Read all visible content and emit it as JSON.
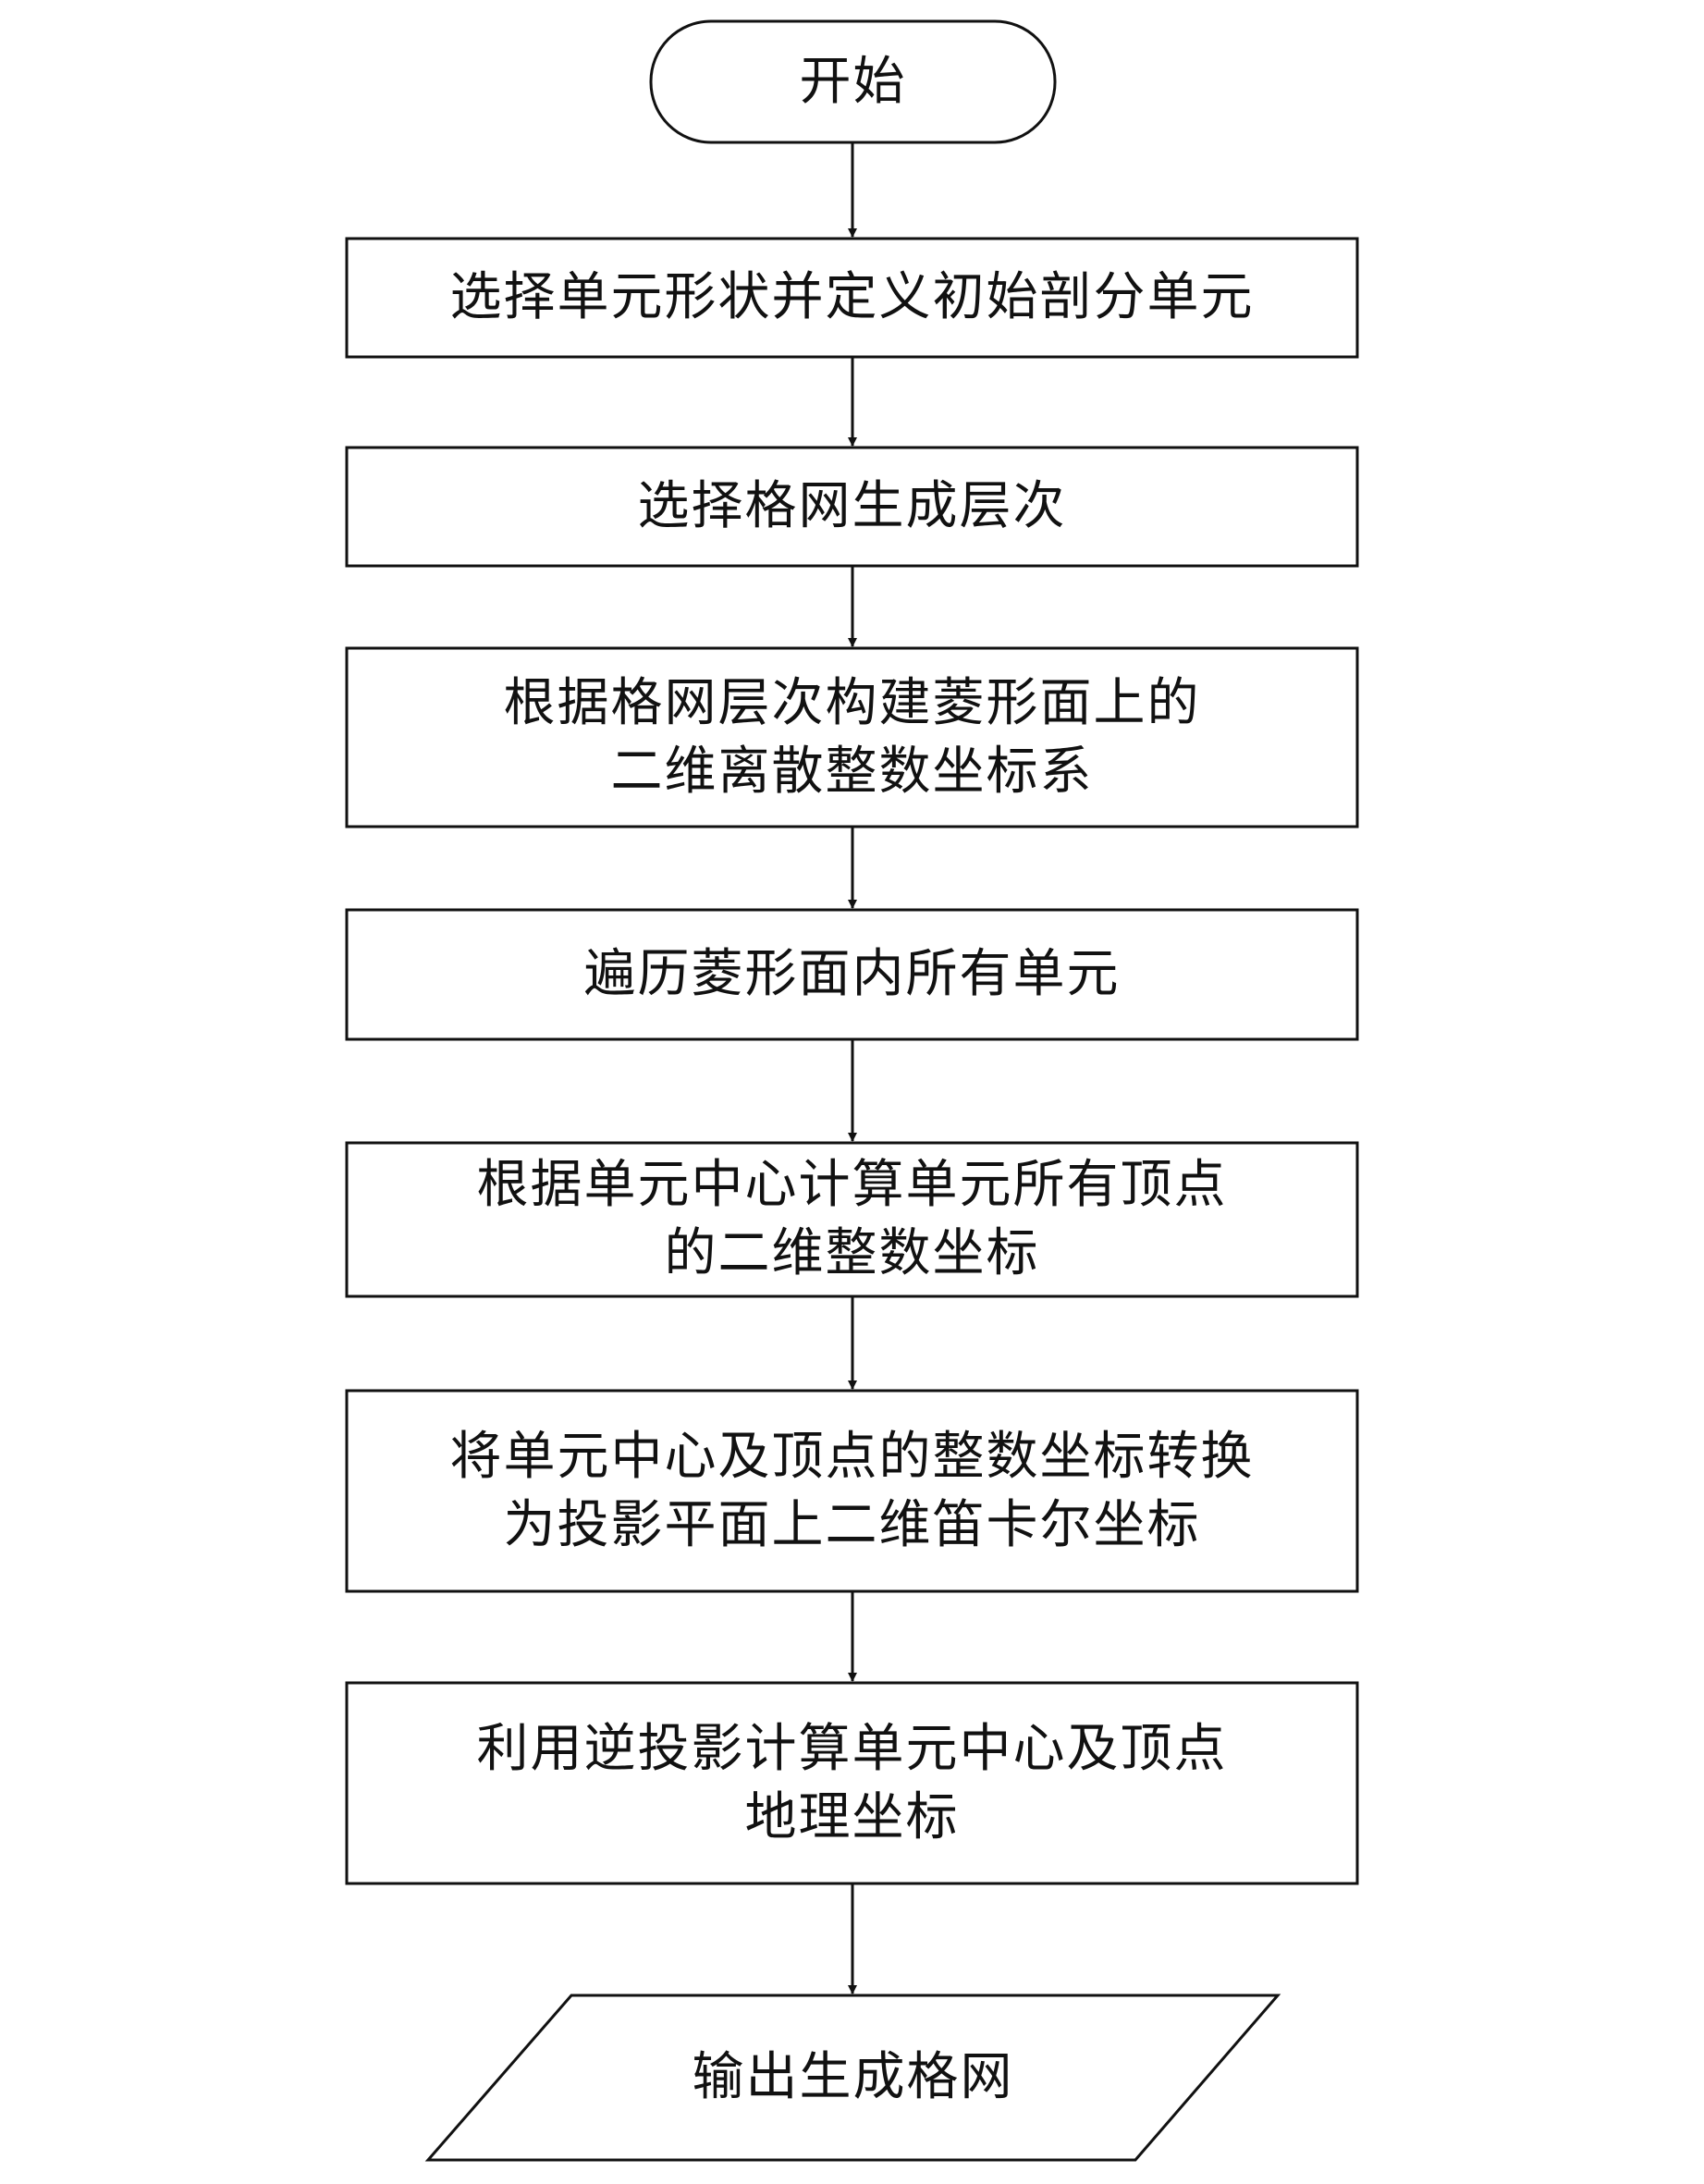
{
  "flowchart": {
    "start": "开始",
    "steps": [
      {
        "lines": [
          "选择单元形状并定义初始剖分单元"
        ]
      },
      {
        "lines": [
          "选择格网生成层次"
        ]
      },
      {
        "lines": [
          "根据格网层次构建菱形面上的",
          "二维离散整数坐标系"
        ]
      },
      {
        "lines": [
          "遍历菱形面内所有单元"
        ]
      },
      {
        "lines": [
          "根据单元中心计算单元所有顶点",
          "的二维整数坐标"
        ]
      },
      {
        "lines": [
          "将单元中心及顶点的整数坐标转换",
          "为投影平面上二维笛卡尔坐标"
        ]
      },
      {
        "lines": [
          "利用逆投影计算单元中心及顶点",
          "地理坐标"
        ]
      }
    ],
    "output": "输出生成格网"
  }
}
